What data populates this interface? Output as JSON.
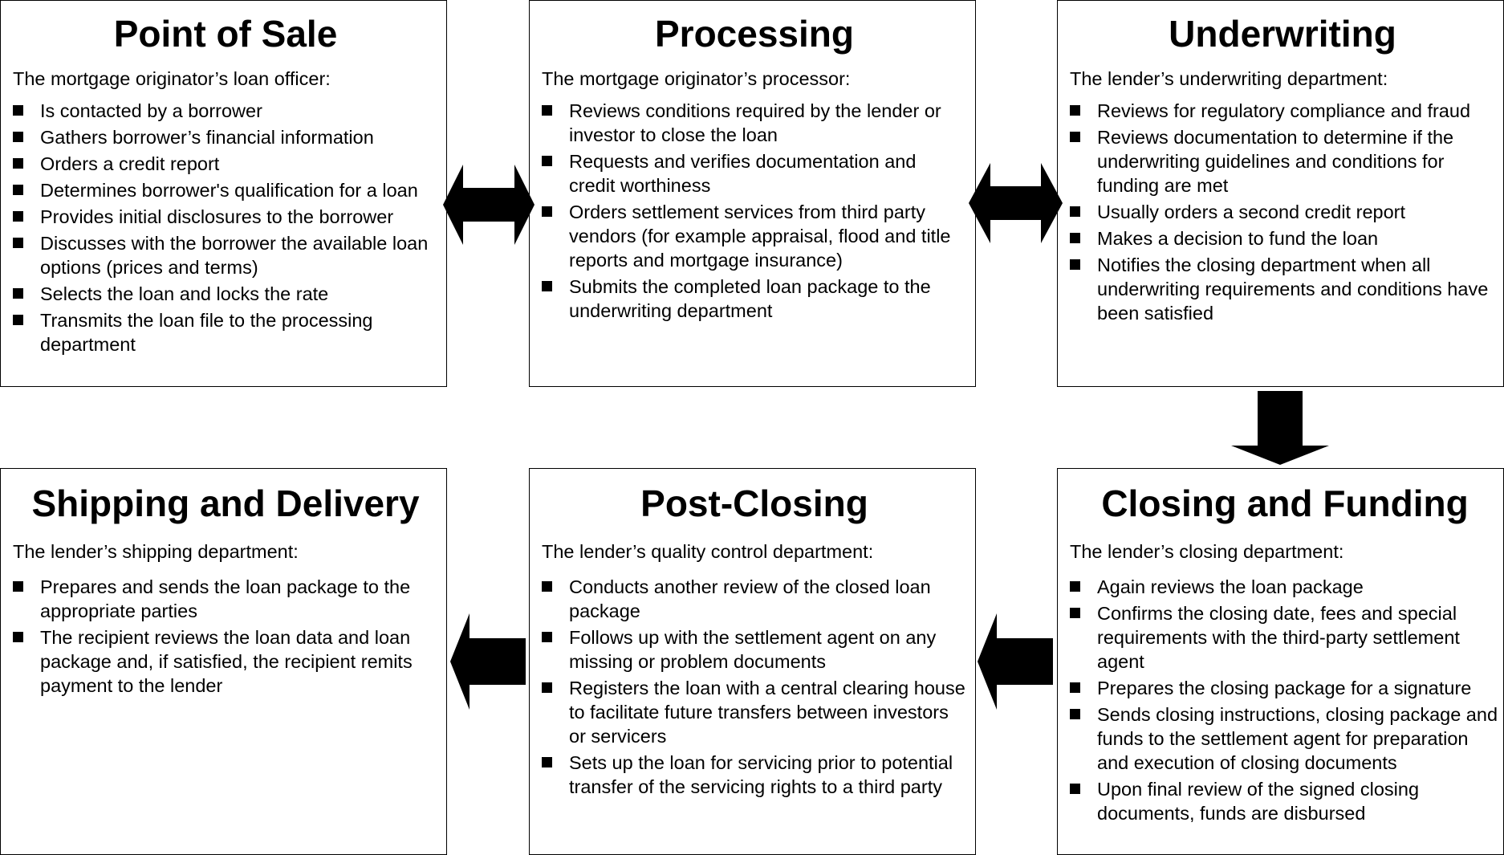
{
  "boxes": {
    "point_of_sale": {
      "title": "Point of Sale",
      "intro": "The mortgage originator’s loan officer:",
      "items": [
        "Is contacted by a borrower",
        "Gathers borrower’s financial information",
        "Orders a credit report",
        "Determines borrower's qualification for a loan",
        "Provides initial disclosures to the borrower",
        "Discusses with the borrower the available loan options (prices and terms)",
        "Selects the loan and locks the rate",
        "Transmits the loan file to the processing department"
      ]
    },
    "processing": {
      "title": "Processing",
      "intro": "The mortgage originator’s processor:",
      "items": [
        "Reviews conditions required by the lender or investor to close the loan",
        "Requests and verifies documentation and credit worthiness",
        "Orders settlement services from third party vendors (for example appraisal, flood and title reports and mortgage insurance)",
        "Submits the completed loan package to the underwriting department"
      ]
    },
    "underwriting": {
      "title": "Underwriting",
      "intro": "The lender’s underwriting department:",
      "items": [
        "Reviews for regulatory compliance and fraud",
        "Reviews documentation to determine if the underwriting guidelines and conditions for funding are met",
        "Usually orders a second credit report",
        "Makes a decision to fund the loan",
        "Notifies the closing department when all underwriting requirements and conditions have been satisfied"
      ]
    },
    "shipping_delivery": {
      "title": "Shipping and Delivery",
      "intro": "The lender’s shipping department:",
      "items": [
        "Prepares and sends the loan package to the appropriate parties",
        "The recipient reviews the loan data and loan package and, if satisfied, the recipient remits payment to the lender"
      ]
    },
    "post_closing": {
      "title": "Post-Closing",
      "intro": "The lender’s quality control department:",
      "items": [
        "Conducts another review of the closed loan package",
        "Follows up with the settlement agent on any missing or problem documents",
        "Registers the loan with a central clearing house to facilitate future transfers between investors or servicers",
        "Sets up the loan for servicing prior to potential transfer of the servicing rights to a third party"
      ]
    },
    "closing_funding": {
      "title": "Closing and Funding",
      "intro": "The lender’s closing department:",
      "items": [
        "Again reviews the loan package",
        "Confirms the closing date, fees and special requirements with the third-party settlement agent",
        "Prepares the closing package for a signature",
        "Sends closing instructions, closing package and funds to the settlement agent for preparation and execution of closing documents",
        "Upon final review of the signed closing documents, funds are disbursed"
      ]
    }
  },
  "colors": {
    "stroke": "#000000",
    "fill": "#ffffff",
    "arrow": "#000000"
  }
}
